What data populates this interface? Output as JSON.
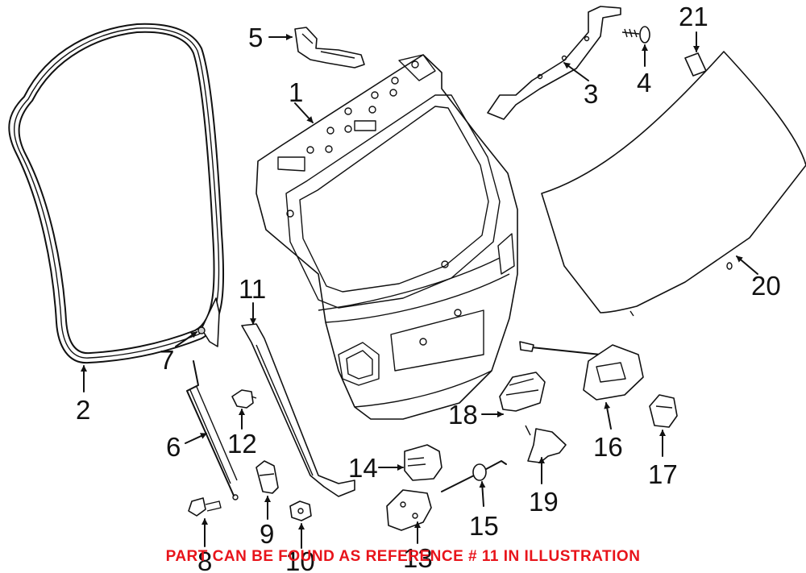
{
  "callouts": {
    "c1": "1",
    "c2": "2",
    "c3": "3",
    "c4": "4",
    "c5": "5",
    "c6": "6",
    "c7": "7",
    "c8": "8",
    "c9": "9",
    "c10": "10",
    "c11": "11",
    "c12": "12",
    "c13": "13",
    "c14": "14",
    "c15": "15",
    "c16": "16",
    "c17": "17",
    "c18": "18",
    "c19": "19",
    "c20": "20",
    "c21": "21"
  },
  "caption": {
    "text": "PART CAN BE FOUND AS REFERENCE # 11 IN ILLUSTRATION",
    "color": "#e8141b"
  }
}
